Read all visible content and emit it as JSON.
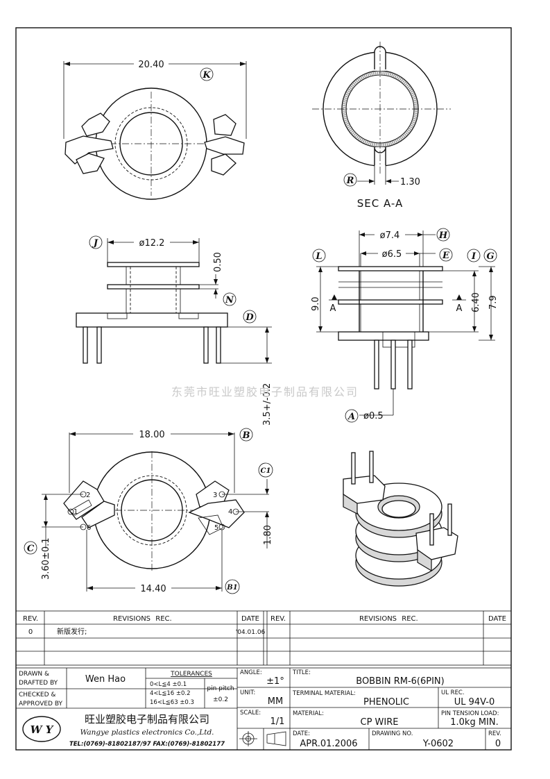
{
  "views": {
    "top": {
      "dim_width": "20.40",
      "tag": "K"
    },
    "section": {
      "dim_slot": "1.30",
      "tag": "R",
      "caption": "SEC A-A"
    },
    "front": {
      "dim_flange": "ø12.2",
      "dim_thickness": "0.50",
      "dim_pin": "3.5+/-0.2",
      "tags": {
        "j": "J",
        "n": "N",
        "d": "D"
      }
    },
    "side": {
      "dim_outer": "ø7.4",
      "dim_inner": "ø6.5",
      "dim_total": "9.0",
      "dim_winding": "6.40",
      "dim_height": "7.9",
      "dim_pin": "ø0.5",
      "section_mark": "A",
      "tags": {
        "h": "H",
        "e": "E",
        "l": "L",
        "i": "I",
        "g": "G",
        "a": "A"
      }
    },
    "bottom": {
      "dim_width": "18.00",
      "dim_pinspan": "14.40",
      "dim_c": "3.60±0.1",
      "dim_c1": "1.80",
      "pins": [
        "1",
        "2",
        "3",
        "4",
        "5",
        "6"
      ],
      "tags": {
        "b": "B",
        "b1": "B1",
        "c": "C",
        "c1": "C1"
      }
    }
  },
  "watermark": "东莞市旺业塑胶电子制品有限公司",
  "revisions": {
    "headers": {
      "rev": "REV.",
      "revisions": "REVISIONS",
      "rec": "REC.",
      "date": "DATE"
    },
    "rows": [
      {
        "rev": "0",
        "text": "新版发行;",
        "date": "'04.01.06"
      }
    ]
  },
  "title_block": {
    "drawn_label_1": "DRAWN &",
    "drawn_label_2": "DRAFTED BY",
    "drawn_value": "Wen Hao",
    "checked_label_1": "CHECKED &",
    "checked_label_2": "APPROVED BY",
    "tolerances_label": "TOLERANCES",
    "tol_rows": [
      "0<L≦4   ±0.1",
      "4<L≦16  ±0.2",
      "16<L≦63 ±0.3"
    ],
    "pin_pitch_label": "pin pitch",
    "pin_pitch_value": "±0.2",
    "angle_label": "ANGLE:",
    "angle_value": "±1°",
    "unit_label": "UNIT:",
    "unit_value": "MM",
    "scale_label": "SCALE:",
    "scale_value": "1/1",
    "title_label": "TITLE:",
    "title_value": "BOBBIN   RM-6(6PIN)",
    "terminal_label": "TERMINAL MATERIAL:",
    "terminal_value": "PHENOLIC",
    "ul_label": "UL REC.",
    "ul_value": "UL 94V-0",
    "material_label": "MATERIAL:",
    "material_value": "CP WIRE",
    "tension_label": "PIN TENSION LOAD:",
    "tension_value": "1.0kg MIN.",
    "date_label": "DATE:",
    "date_value": "APR.01.2006",
    "drawing_label": "DRAWING NO.",
    "drawing_value": "Y-0602",
    "rev_label": "REV.",
    "rev_value": "0",
    "company_cn": "旺业塑胶电子制品有限公司",
    "company_en": "Wangye plastics electronics Co.,Ltd.",
    "company_tel": "TEL:(0769)-81802187/97  FAX:(0769)-81802177",
    "logo": "W Y"
  }
}
